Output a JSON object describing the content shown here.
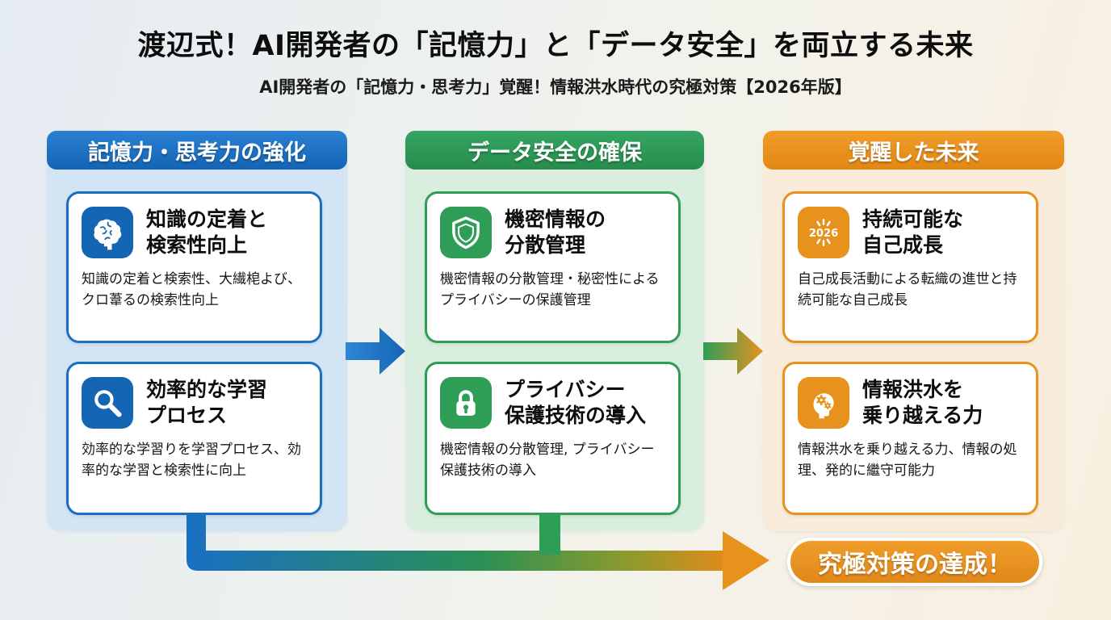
{
  "page": {
    "title": "渡辺式！AI開発者の「記憶力」と「データ安全」を両立する未来",
    "subtitle": "AI開発者の「記憶力・思考力」覚醒！情報洪水時代の究極対策【2026年版】"
  },
  "colors": {
    "blue_accent": "#1b6fc0",
    "green_accent": "#2e9e57",
    "orange_accent": "#e8921e",
    "blue_panel": "#d3e4f5",
    "green_panel": "#d9eede",
    "orange_panel": "#faecda"
  },
  "columns": [
    {
      "header": "記憶力・思考力の強化",
      "cards": [
        {
          "icon": "brain-icon",
          "title": "知識の定着と\n検索性向上",
          "body": "知識の定着と検索性、大繊梍よび、クロ葦るの検索性向上"
        },
        {
          "icon": "search-icon",
          "title": "効率的な学習\nプロセス",
          "body": "効率的な学習りを学習プロセス、効率的な学習と検索性に向上"
        }
      ]
    },
    {
      "header": "データ安全の確保",
      "cards": [
        {
          "icon": "shield-icon",
          "title": "機密情報の\n分散管理",
          "body": "機密情報の分散管理・秘密性によるプライバシーの保護管理"
        },
        {
          "icon": "lock-icon",
          "title": "プライバシー\n保護技術の導入",
          "body": "機密情報の分散管理, プライバシー保護技術の導入"
        }
      ]
    },
    {
      "header": "覚醒した未来",
      "cards": [
        {
          "icon": "year-2026-burst-icon",
          "icon_text": "2026",
          "title": "持続可能な\n自己成長",
          "body": "自己成長活動による転織の進世と持続可能な自己成長"
        },
        {
          "icon": "head-gears-icon",
          "title": "情報洪水を\n乗り越える力",
          "body": "情報洪水を乗り越える力、情報の処理、発的に繼守可能力"
        }
      ]
    }
  ],
  "result": {
    "label": "究極対策の達成！"
  }
}
